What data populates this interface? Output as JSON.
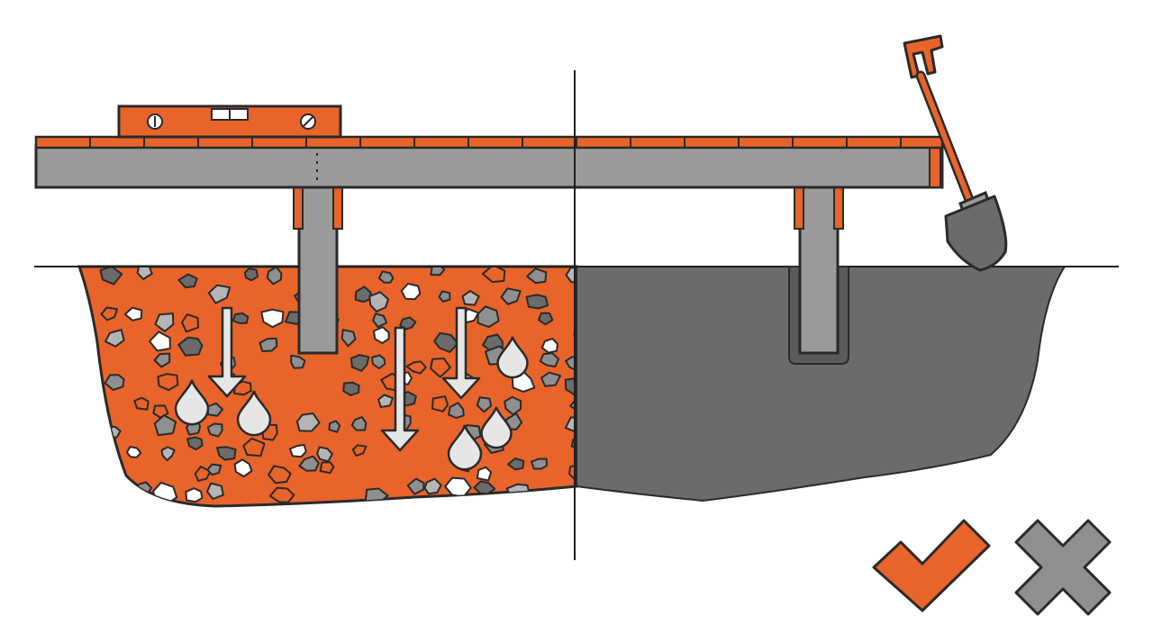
{
  "diagram": {
    "panels": [
      {
        "id": "left",
        "base": "gravel",
        "verdict": "check-icon"
      },
      {
        "id": "right",
        "base": "soil",
        "verdict": "cross-icon"
      }
    ],
    "icons": [
      "spirit-level-icon",
      "shovel-icon",
      "down-arrow-icon",
      "water-drop-icon",
      "check-icon",
      "cross-icon"
    ],
    "colors": {
      "accent": "#e8642a",
      "gray": "#8f8f8f",
      "deck_gray": "#9a9a9a",
      "soil": "#6b6b6b",
      "outline": "#2a2a2a",
      "white": "#ffffff"
    }
  }
}
